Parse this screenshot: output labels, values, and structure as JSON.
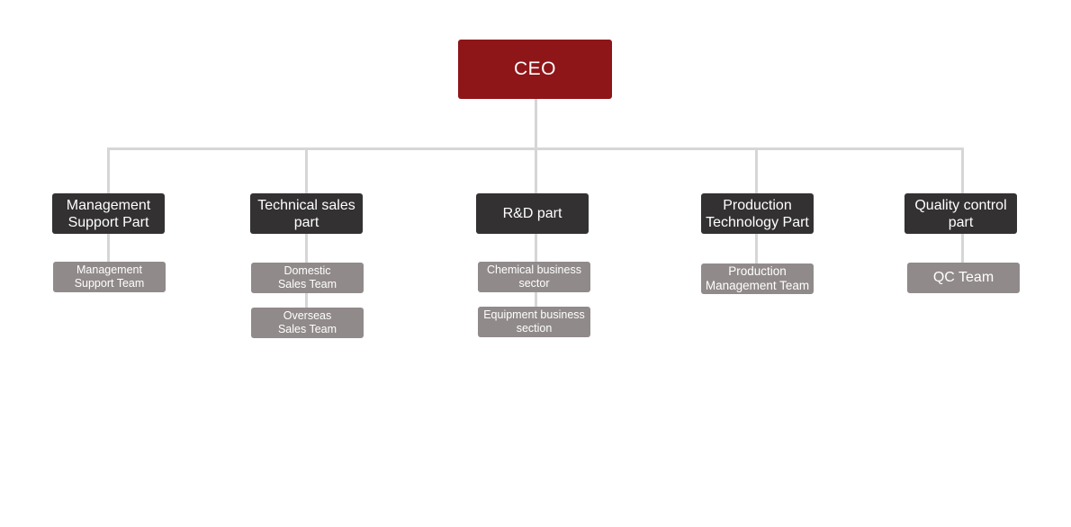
{
  "org_chart": {
    "ceo": {
      "label": "CEO"
    },
    "departments": [
      {
        "label": "Management\nSupport Part",
        "teams": [
          {
            "label": "Management\nSupport Team"
          }
        ]
      },
      {
        "label": "Technical sales\npart",
        "teams": [
          {
            "label": "Domestic\nSales Team"
          },
          {
            "label": "Overseas\nSales Team"
          }
        ]
      },
      {
        "label": "R&D part",
        "teams": [
          {
            "label": "Chemical business\nsector"
          },
          {
            "label": "Equipment business\nsection"
          }
        ]
      },
      {
        "label": "Production\nTechnology Part",
        "teams": [
          {
            "label": "Production\nManagement Team"
          }
        ]
      },
      {
        "label": "Quality control\npart",
        "teams": [
          {
            "label": "QC Team"
          }
        ]
      }
    ],
    "colors": {
      "ceo": "#8e1518",
      "department": "#333132",
      "team": "#918a8a",
      "connector": "#d6d6d6"
    }
  }
}
